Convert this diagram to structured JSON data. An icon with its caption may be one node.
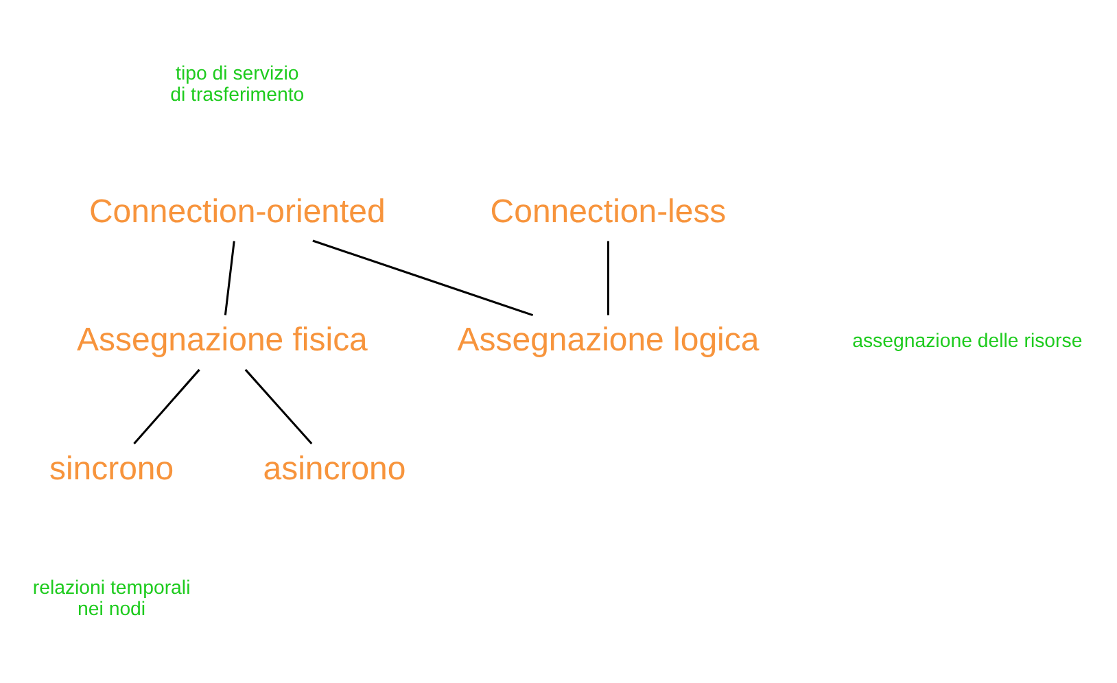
{
  "diagram": {
    "nodes": [
      {
        "text": [
          "Connection-oriented"
        ]
      },
      {
        "text": [
          "Connection-less"
        ]
      },
      {
        "text": [
          "Assegnazione fisica"
        ]
      },
      {
        "text": [
          "Assegnazione logica"
        ]
      },
      {
        "text": [
          "sincrono"
        ]
      },
      {
        "text": [
          "asincrono"
        ]
      }
    ],
    "edges": [
      {
        "from": 0,
        "to": 2,
        "arrow": "none"
      },
      {
        "from": 0,
        "to": 3,
        "arrow": "none"
      },
      {
        "from": 1,
        "to": 3,
        "arrow": "none"
      },
      {
        "from": 2,
        "to": 4,
        "arrow": "none"
      },
      {
        "from": 2,
        "to": 5,
        "arrow": "none"
      }
    ],
    "labels": [
      "tipo di servizio di trasferimento",
      "assegnazione delle risorse",
      "relazioni temporali nei nodi"
    ]
  }
}
